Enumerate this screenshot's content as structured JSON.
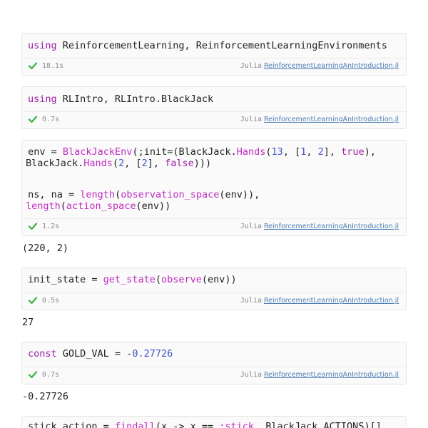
{
  "cells": [
    {
      "code": [
        [
          {
            "t": "using",
            "c": "kw"
          },
          {
            "t": " ReinforcementLearning, ReinforcementLearningEnvironments"
          }
        ]
      ],
      "time": "18.1s",
      "lang": "Julia",
      "notebook": "ReinforcementLearningAnIntroduction.jl"
    },
    {
      "code": [
        [
          {
            "t": "using",
            "c": "kw"
          },
          {
            "t": " RLIntro, RLIntro.BlackJack"
          }
        ]
      ],
      "time": "0.7s",
      "lang": "Julia",
      "notebook": "ReinforcementLearningAnIntroduction.jl"
    },
    {
      "code": [
        [
          {
            "t": " env = "
          },
          {
            "t": "BlackJackEnv",
            "c": "fn"
          },
          {
            "t": "(;init=(BlackJack."
          },
          {
            "t": "Hands",
            "c": "fn"
          },
          {
            "t": "("
          },
          {
            "t": "13",
            "c": "num"
          },
          {
            "t": ", ["
          },
          {
            "t": "1",
            "c": "num"
          },
          {
            "t": ", "
          },
          {
            "t": "2",
            "c": "num"
          },
          {
            "t": "], "
          },
          {
            "t": "true",
            "c": "kw"
          },
          {
            "t": "),"
          }
        ],
        [
          {
            "t": "BlackJack."
          },
          {
            "t": "Hands",
            "c": "fn"
          },
          {
            "t": "("
          },
          {
            "t": "2",
            "c": "num"
          },
          {
            "t": ", ["
          },
          {
            "t": "2",
            "c": "num"
          },
          {
            "t": "], "
          },
          {
            "t": "false",
            "c": "kw"
          },
          {
            "t": ")))"
          }
        ],
        [],
        [
          {
            "t": " ns, na = "
          },
          {
            "t": "length",
            "c": "fn"
          },
          {
            "t": "("
          },
          {
            "t": "observation_space",
            "c": "fn"
          },
          {
            "t": "(env)),"
          }
        ],
        [
          {
            "t": "length",
            "c": "fn"
          },
          {
            "t": "("
          },
          {
            "t": "action_space",
            "c": "fn"
          },
          {
            "t": "(env))"
          }
        ]
      ],
      "time": "1.2s",
      "lang": "Julia",
      "notebook": "ReinforcementLearningAnIntroduction.jl",
      "output": "(220, 2)"
    },
    {
      "code": [
        [
          {
            "t": "init_state = "
          },
          {
            "t": "get_state",
            "c": "fn"
          },
          {
            "t": "("
          },
          {
            "t": "observe",
            "c": "fn"
          },
          {
            "t": "(env))"
          }
        ]
      ],
      "time": "0.5s",
      "lang": "Julia",
      "notebook": "ReinforcementLearningAnIntroduction.jl",
      "output": "27"
    },
    {
      "code": [
        [
          {
            "t": "const",
            "c": "kw"
          },
          {
            "t": " GOLD_VAL = -"
          },
          {
            "t": "0.27726",
            "c": "num"
          }
        ]
      ],
      "time": "0.7s",
      "lang": "Julia",
      "notebook": "ReinforcementLearningAnIntroduction.jl",
      "output": "-0.27726"
    },
    {
      "code": [
        [
          {
            "t": "stick_action = "
          },
          {
            "t": "findall",
            "c": "fn"
          },
          {
            "t": "(x -> x == "
          },
          {
            "t": ":stick",
            "c": "sym"
          },
          {
            "t": ", BlackJack.ACTIONS)[]"
          }
        ]
      ]
    }
  ],
  "colors": {
    "check": "#3bb143",
    "link": "#4a7db5",
    "keyword": "#9c1fa6",
    "function": "#c02dc0",
    "number": "#3f55c4"
  }
}
